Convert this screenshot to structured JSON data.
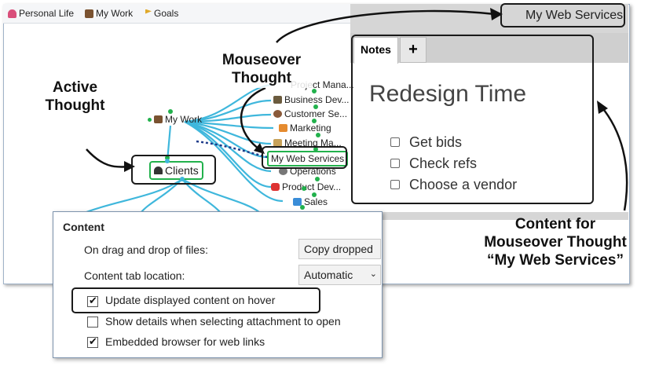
{
  "bookmarks": [
    {
      "label": "Personal Life",
      "icon": "person-icon"
    },
    {
      "label": "My Work",
      "icon": "briefcase-icon"
    },
    {
      "label": "Goals",
      "icon": "flag-icon"
    }
  ],
  "window_title": "My Web Services",
  "tabs": [
    {
      "label": "Notes"
    },
    {
      "label": "+"
    }
  ],
  "notes": {
    "title": "Redesign Time",
    "items": [
      {
        "label": "Get bids",
        "checked": false
      },
      {
        "label": "Check refs",
        "checked": false
      },
      {
        "label": "Choose a vendor",
        "checked": false
      }
    ]
  },
  "mindmap": {
    "parent": "My Work",
    "active": "Clients",
    "children": [
      "Project Mana...",
      "Business Dev...",
      "Customer Se...",
      "Marketing",
      "Meeting Ma...",
      "My Web Services",
      "Operations",
      "Product Dev...",
      "Sales"
    ]
  },
  "annotations": {
    "active_thought": "Active\nThought",
    "mouseover_thought": "Mouseover\nThought",
    "content_for": "Content for\nMouseover Thought\n“My Web Services”"
  },
  "settings": {
    "section_title": "Content",
    "drag_drop_label": "On drag and drop of files:",
    "drag_drop_value": "Copy dropped",
    "tab_location_label": "Content tab location:",
    "tab_location_value": "Automatic",
    "checkboxes": [
      {
        "label": "Update displayed content on hover",
        "checked": true
      },
      {
        "label": "Show details when selecting attachment to open",
        "checked": false
      },
      {
        "label": "Embedded browser for web links",
        "checked": true
      }
    ]
  },
  "colors": {
    "link": "#3fb7dc",
    "node_green": "#22b14c",
    "accent_callout": "#1a1a1a"
  }
}
